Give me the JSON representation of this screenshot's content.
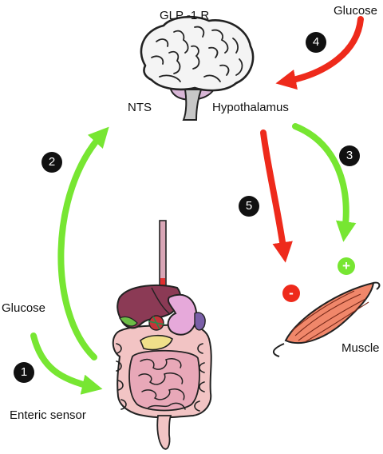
{
  "labels": {
    "glp1r": "GLP  -1 R",
    "nts": "NTS",
    "hypothalamus": "Hypothalamus",
    "glucose_top": "Glucose",
    "glucose_left": "Glucose",
    "enteric_sensor": "Enteric sensor",
    "muscle": "Muscle"
  },
  "steps": {
    "s1": "1",
    "s2": "2",
    "s3": "3",
    "s4": "4",
    "s5": "5"
  },
  "signs": {
    "plus": "+",
    "minus": "-"
  },
  "colors": {
    "stimulate": "#77e632",
    "inhibit": "#ee2a1b",
    "badge": "#111111"
  },
  "icons": [
    "brain-icon",
    "digestive-system-icon",
    "muscle-icon"
  ]
}
